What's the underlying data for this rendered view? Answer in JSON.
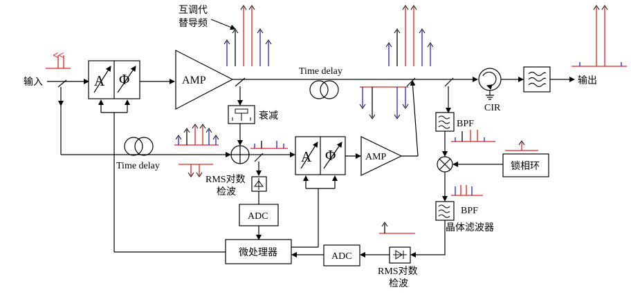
{
  "labels": {
    "input": "输入",
    "output": "输出",
    "imd_line1": "互调代",
    "imd_line2": "替导频",
    "amp_main": "AMP",
    "amp_aux": "AMP",
    "time_delay_top": "Time delay",
    "time_delay_left": "Time delay",
    "attenuator": "衰减",
    "cir": "CIR",
    "bpf_upper": "BPF",
    "bpf_lower": "BPF",
    "pll": "锁相环",
    "crystal_filter": "晶体滤波器",
    "rms_left_line1": "RMS对数",
    "rms_left_line2": "检波",
    "rms_right_line1": "RMS对数",
    "rms_right_line2": "检波",
    "adc_left": "ADC",
    "adc_right": "ADC",
    "micro": "微处理器",
    "vm1_a": "A",
    "vm1_phi": "Φ",
    "vm2_a": "A",
    "vm2_phi": "Φ"
  }
}
